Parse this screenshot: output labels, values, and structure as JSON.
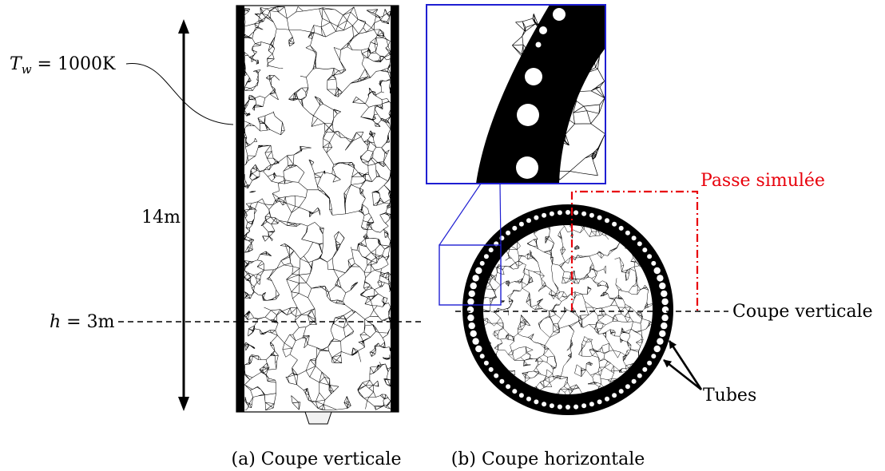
{
  "annotations": {
    "wall_temperature": {
      "symbol": "T",
      "subscript": "w",
      "rest": " = 1000K"
    },
    "height_total": "14m",
    "cut_height": {
      "symbol": "h",
      "rest": " = 3m"
    },
    "simulated_pass": "Passe simulée",
    "vertical_cut": "Coupe verticale",
    "tubes": "Tubes"
  },
  "captions": {
    "left": "(a) Coupe verticale",
    "right": "(b) Coupe horizontale"
  },
  "colors": {
    "mesh": "#000000",
    "zoom_box": "#1f1fd2",
    "simulated_box": "#e8000b"
  }
}
